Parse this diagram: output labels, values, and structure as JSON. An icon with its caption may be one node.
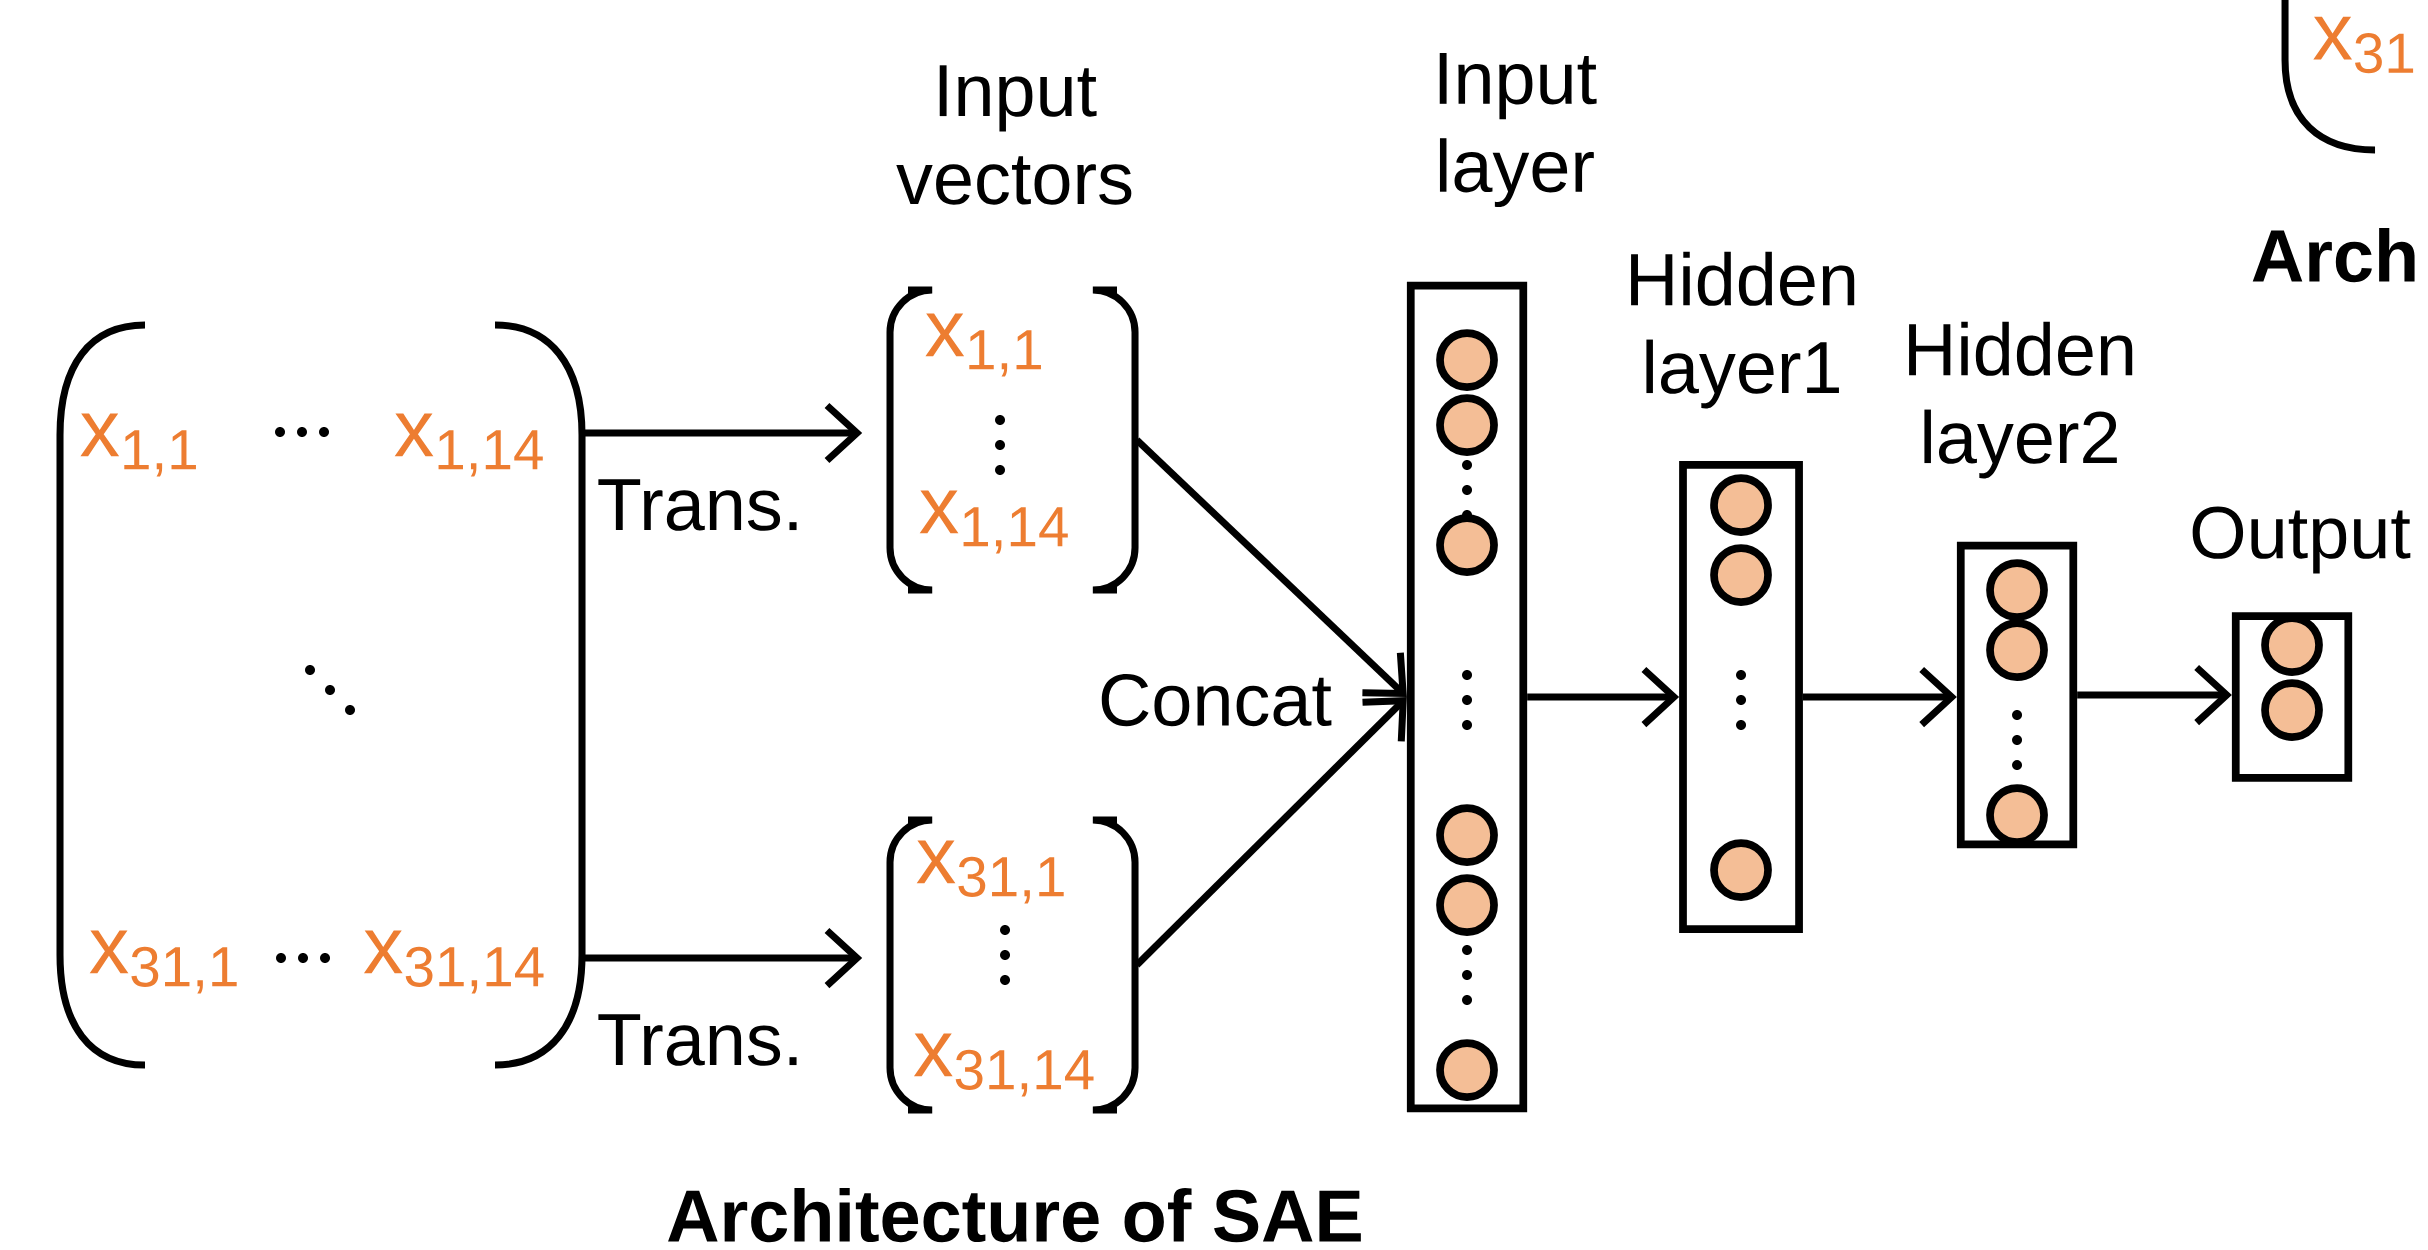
{
  "diagram": {
    "caption": "Architecture of SAE",
    "nodes": [
      {
        "text": [
          "x$_{1,1}$",
          "x$_{1,14}$",
          "x$_{31,1}$",
          "x$_{31,14}$"
        ]
      },
      {
        "text": [
          "x$_{1,1}$",
          "x$_{1,14}$"
        ]
      },
      {
        "text": [
          "x$_{31,1}$",
          "x$_{31,14}$"
        ]
      },
      {
        "text": [],
        "shape": "box",
        "beside": [
          "Input layer"
        ]
      },
      {
        "text": [],
        "shape": "box",
        "beside": [
          "Hidden layer1"
        ]
      },
      {
        "text": [],
        "shape": "box",
        "beside": [
          "Hidden layer2"
        ]
      },
      {
        "text": [],
        "shape": "box",
        "beside": [
          "Output"
        ]
      },
      {
        "text": [
          "x$_{31}$"
        ]
      }
    ],
    "edges": [
      {
        "from": 0,
        "to": 1,
        "arrow": "to",
        "label": "Trans."
      },
      {
        "from": 0,
        "to": 2,
        "arrow": "to",
        "label": "Trans."
      },
      {
        "from": 1,
        "to": 3,
        "arrow": "to"
      },
      {
        "from": 2,
        "to": 3,
        "arrow": "to"
      },
      {
        "from": 3,
        "to": 4,
        "arrow": "to"
      },
      {
        "from": 4,
        "to": 5,
        "arrow": "to"
      },
      {
        "from": 5,
        "to": 6,
        "arrow": "to"
      }
    ],
    "labels": [
      "Input vectors",
      "Concat",
      "Arch"
    ]
  }
}
